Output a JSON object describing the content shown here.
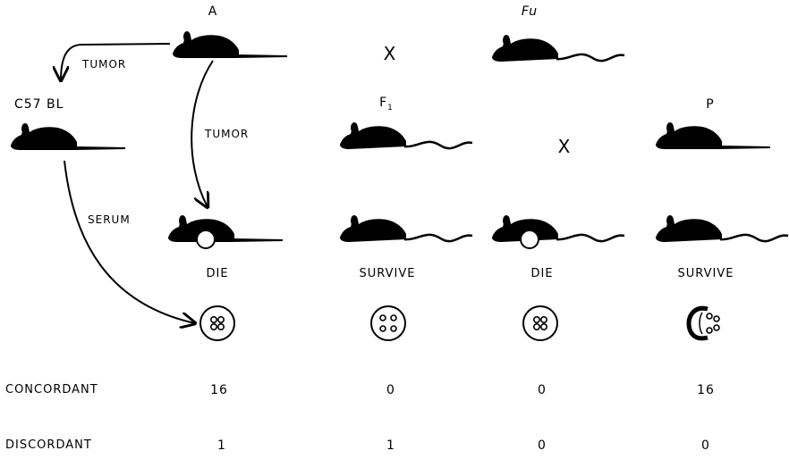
{
  "labels": {
    "strain_a": "A",
    "strain_fu": "Fu",
    "strain_c57": "C57 BL",
    "strain_f1": "F",
    "strain_f1_sub": "1",
    "strain_p": "P",
    "cross_top": "X",
    "cross_mid": "X"
  },
  "arrows": {
    "tumor_left": "TUMOR",
    "tumor_down": "TUMOR",
    "serum": "SERUM"
  },
  "outcomes": [
    "DIE",
    "SURVIVE",
    "DIE",
    "SURVIVE"
  ],
  "rows": [
    {
      "label": "CONCORDANT",
      "values": [
        "16",
        "0",
        "0",
        "16"
      ]
    },
    {
      "label": "DISCORDANT",
      "values": [
        "1",
        "1",
        "0",
        "0"
      ]
    }
  ],
  "icons": {
    "mouse": "mouse-silhouette-icon",
    "tumor": "tumor-circle-icon",
    "serum_dish_clumped": "agglutinated-cells-dish-icon",
    "serum_dish_free": "free-cells-dish-icon",
    "serum_dish_edge": "cells-at-edge-dish-icon"
  }
}
